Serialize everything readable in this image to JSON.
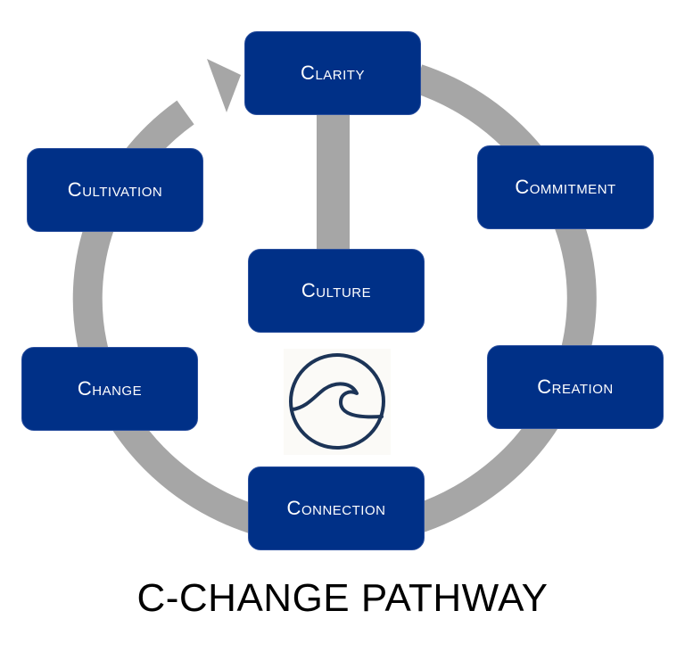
{
  "title": "C-CHANGE PATHWAY",
  "colors": {
    "node_fill": "#003087",
    "node_text": "#ffffff",
    "ring": "#a6a6a6",
    "logo_stroke": "#1c3457",
    "logo_bg": "#fbfaf7"
  },
  "center_node": {
    "label": "Culture"
  },
  "cycle_nodes": [
    {
      "id": "clarity",
      "label": "Clarity"
    },
    {
      "id": "commitment",
      "label": "Commitment"
    },
    {
      "id": "creation",
      "label": "Creation"
    },
    {
      "id": "connection",
      "label": "Connection"
    },
    {
      "id": "change",
      "label": "Change"
    },
    {
      "id": "cultivation",
      "label": "Cultivation"
    }
  ],
  "flow": {
    "direction": "clockwise",
    "arrow_target": "clarity",
    "center_link": [
      "clarity",
      "culture"
    ]
  },
  "logo": {
    "icon": "wave-in-circle-icon"
  }
}
